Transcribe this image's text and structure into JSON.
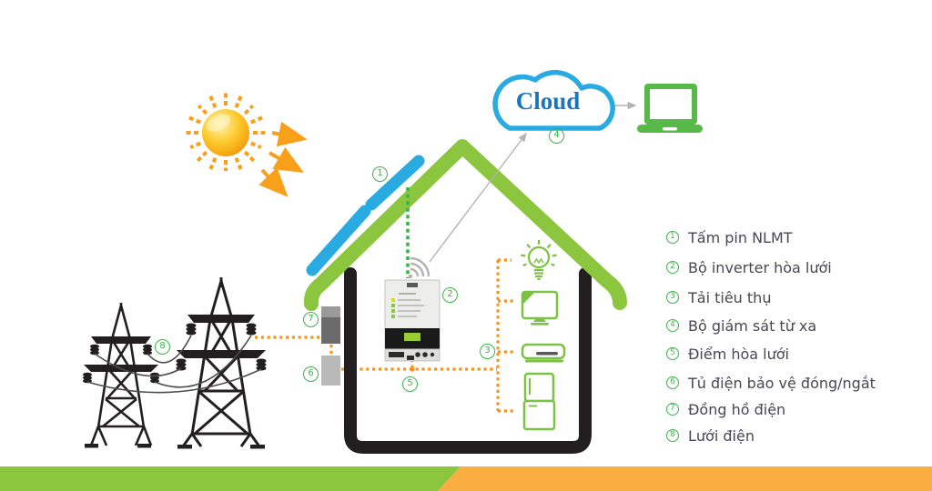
{
  "cloud": {
    "label": "Cloud"
  },
  "badges": [
    "1",
    "2",
    "3",
    "4",
    "5",
    "6",
    "7",
    "8"
  ],
  "legend": {
    "items": [
      {
        "num": "1",
        "label": "Tấm pin NLMT"
      },
      {
        "num": "2",
        "label": "Bộ inverter hòa lưới"
      },
      {
        "num": "3",
        "label": "Tải tiêu thụ"
      },
      {
        "num": "4",
        "label": "Bộ giám sát từ xa"
      },
      {
        "num": "5",
        "label": "Điểm hòa lưới"
      },
      {
        "num": "6",
        "label": "Tủ điện bảo vệ đóng/ngắt"
      },
      {
        "num": "7",
        "label": "Đồng hồ điện"
      },
      {
        "num": "8",
        "label": "Lưới điện"
      }
    ]
  },
  "colors": {
    "roof_green": "#8CC63F",
    "badge_green": "#39B54A",
    "load_green": "#7CC242",
    "laptop_green": "#57B947",
    "panel_blue": "#29ABE2",
    "cloud_text_blue": "#1B75BC",
    "line_orange": "#F7941D",
    "sun_orange": "#F9A01B",
    "bar_orange": "#FAAD40",
    "dark": "#231F20",
    "wire_gray": "#4D4D4D",
    "link_gray": "#B3B3B3",
    "legend_text": "#474751"
  },
  "icons": {
    "sun-icon": "☀",
    "transmission-tower-icon": "🗼",
    "solar-panel-icon": "▬",
    "house-icon": "⌂",
    "inverter-icon": "▤",
    "wifi-icon": "📶",
    "cloud-icon": "☁",
    "laptop-icon": "💻",
    "lightbulb-icon": "💡",
    "tv-icon": "📺",
    "air-conditioner-icon": "▭",
    "fridge-icon": "🧊",
    "meter-box-icon": "▢",
    "breaker-box-icon": "▢"
  }
}
